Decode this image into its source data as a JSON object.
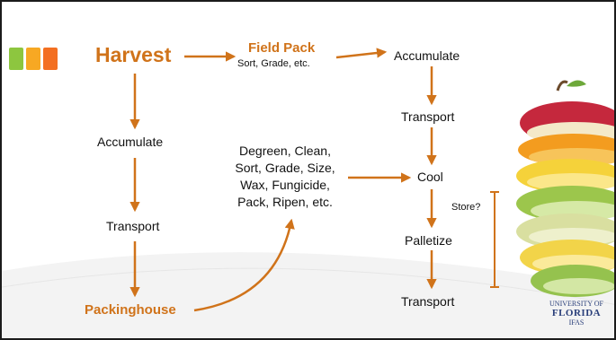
{
  "colors": {
    "accent": "#d0731a",
    "arrow": "#d0731a",
    "text": "#111111",
    "border": "#1b1b1b",
    "square_1": "#8dc63f",
    "square_2": "#f7a823",
    "square_3": "#f36f21"
  },
  "nodes": {
    "harvest": "Harvest",
    "field_pack_title": "Field Pack",
    "field_pack_sub": "Sort, Grade, etc.",
    "accumulate_right": "Accumulate",
    "transport_right_1": "Transport",
    "cool": "Cool",
    "store": "Store?",
    "palletize": "Palletize",
    "transport_right_2": "Transport",
    "accumulate_left": "Accumulate",
    "transport_left": "Transport",
    "packinghouse": "Packinghouse",
    "process_lines": [
      "Degreen, Clean,",
      "Sort, Grade, Size,",
      "Wax, Fungicide,",
      "Pack, Ripen, etc."
    ]
  },
  "logo": {
    "top": "UNIVERSITY OF",
    "name": "FLORIDA",
    "sub": "IFAS"
  },
  "images": {
    "fruit": "sliced-fruit-stack"
  }
}
